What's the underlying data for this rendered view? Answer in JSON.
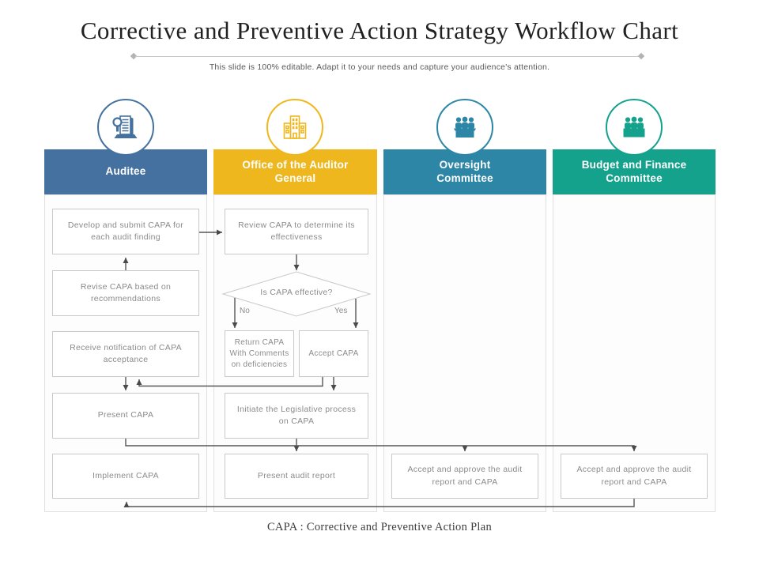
{
  "slide": {
    "title": "Corrective and Preventive Action Strategy Workflow Chart",
    "subtitle": "This slide is 100% editable. Adapt it to your needs and capture your audience's attention.",
    "footer_note": "CAPA : Corrective and Preventive Action Plan"
  },
  "colors": {
    "auditee_blue": "#44719F",
    "auditor_yellow": "#EFB71E",
    "oversight_teal": "#2E86A6",
    "budget_green": "#14A28C",
    "arrow_gray": "#565656",
    "box_border_gray": "#C9C9C9",
    "box_text_gray": "#8B8B8B"
  },
  "lanes": [
    {
      "label": "Auditee",
      "color": "#44719F",
      "icon": "audit-document-magnifier-icon",
      "boxes": {
        "develop": "Develop and submit CAPA for each audit finding",
        "revise": "Revise CAPA based on recommendations",
        "receive": "Receive notification of CAPA acceptance",
        "present": "Present CAPA",
        "implement": "Implement CAPA"
      }
    },
    {
      "label": "Office of the Auditor General",
      "color": "#EFB71E",
      "icon": "government-building-icon",
      "boxes": {
        "review": "Review CAPA to determine its effectiveness",
        "return": "Return CAPA With Comments on deficiencies",
        "accept": "Accept CAPA",
        "initiate": "Initiate the Legislative process on CAPA",
        "present_report": "Present audit report"
      },
      "decision": {
        "question": "Is CAPA effective?",
        "no": "No",
        "yes": "Yes"
      }
    },
    {
      "label": "Oversight Committee",
      "color": "#2E86A6",
      "icon": "committee-panel-icon",
      "boxes": {
        "approve": "Accept and approve the audit report and CAPA"
      }
    },
    {
      "label": "Budget and Finance Committee",
      "color": "#14A28C",
      "icon": "committee-panel-icon",
      "boxes": {
        "approve": "Accept and approve the audit report and CAPA"
      }
    }
  ]
}
